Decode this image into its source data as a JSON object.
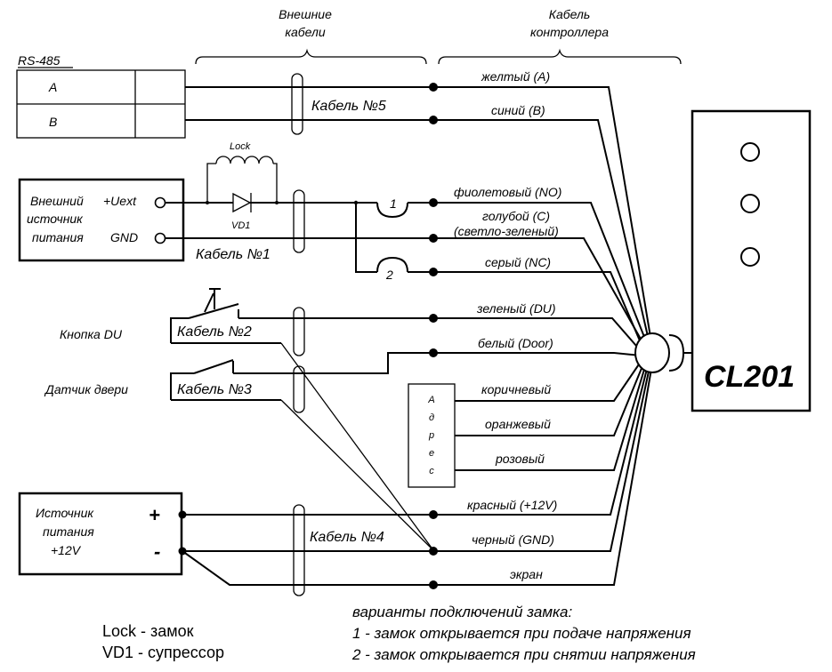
{
  "headers": {
    "external_cables_line1": "Внешние",
    "external_cables_line2": "кабели",
    "controller_cable_line1": "Кабель",
    "controller_cable_line2": "контроллера"
  },
  "rs485": {
    "title": "RS-485",
    "line_a": "A",
    "line_b": "B"
  },
  "cables": {
    "cable1": "Кабель №1",
    "cable2": "Кабель №2",
    "cable3": "Кабель №3",
    "cable4": "Кабель №4",
    "cable5": "Кабель №5"
  },
  "wires": {
    "yellow": "желтый (A)",
    "blue": "синий (B)",
    "violet": "фиолетовый (NO)",
    "light_blue": "голубой (C)",
    "light_green": "(светло-зеленый)",
    "grey": "серый (NC)",
    "green": "зеленый (DU)",
    "white": "белый (Door)",
    "brown": "коричневый",
    "orange": "оранжевый",
    "pink": "розовый",
    "red": "красный (+12V)",
    "black": "черный (GND)",
    "shield": "экран"
  },
  "external_supply": {
    "line1": "Внешний",
    "line2": "источник",
    "line3": "питания",
    "uext": "+Uext",
    "gnd": "GND"
  },
  "lock": {
    "lock_label": "Lock",
    "vd1_label": "VD1",
    "variant1": "1",
    "variant2": "2"
  },
  "inputs": {
    "button_du": "Кнопка DU",
    "door_sensor": "Датчик двери"
  },
  "address_block": {
    "letters": [
      "А",
      "д",
      "р",
      "е",
      "с"
    ]
  },
  "power_supply": {
    "line1": "Источник",
    "line2": "питания",
    "line3": "+12V",
    "plus": "+",
    "minus": "-"
  },
  "controller": {
    "model": "CL201"
  },
  "legend": {
    "lock": "Lock - замок",
    "vd1": "VD1 - супрессор",
    "variants_title": "варианты подключений замка:",
    "variant1": "1 - замок открывается при подаче напряжения",
    "variant2": "2 - замок открывается при снятии напряжения"
  }
}
